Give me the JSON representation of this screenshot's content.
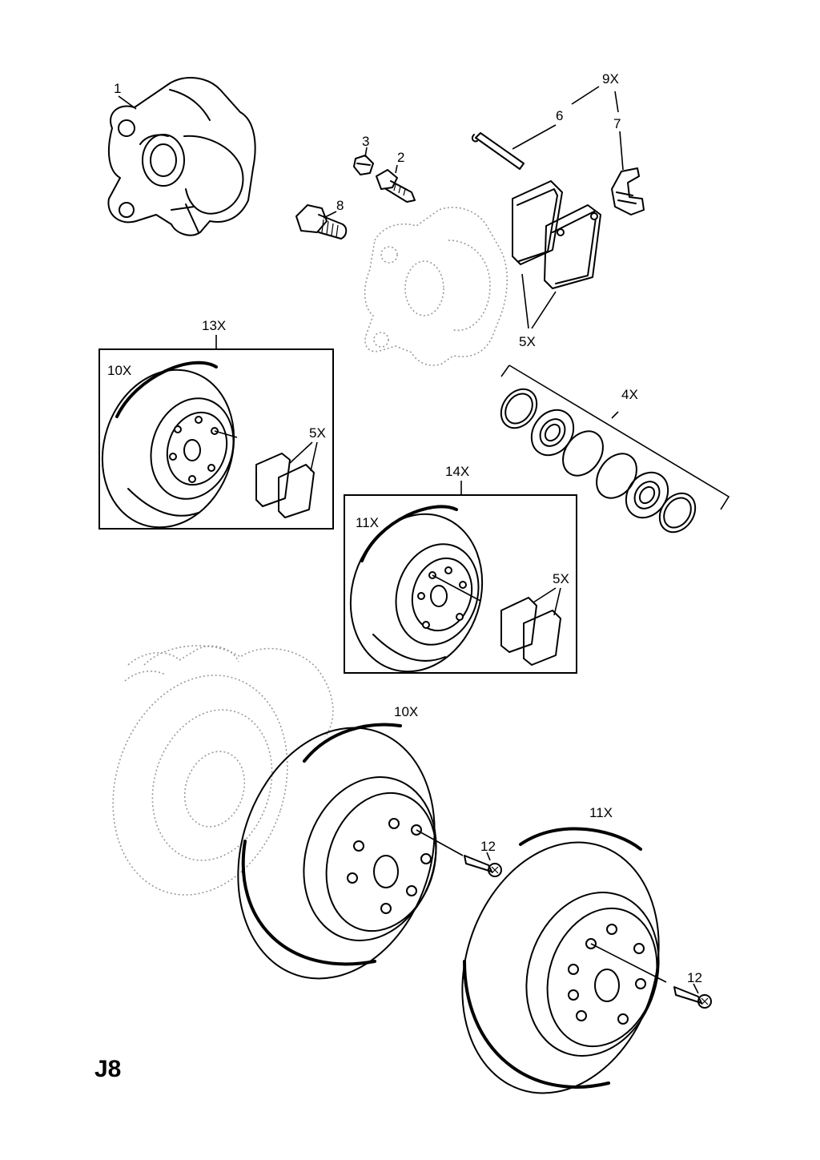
{
  "diagram": {
    "page_code": "J8",
    "callouts": {
      "caliper": "1",
      "bleed_screw": "2",
      "bleed_cap": "3",
      "seal_kit": "4X",
      "pad_set_top": "5X",
      "pad_set_box_13x": "5X",
      "pad_set_box_14x": "5X",
      "pin": "6",
      "spring_clip": "7",
      "caliper_bolt": "8",
      "hardware_kit": "9X",
      "disc_box_13x": "10X",
      "disc_box_14x": "11X",
      "kit_box_13x": "13X",
      "kit_box_14x": "14X",
      "disc_large_10x": "10X",
      "disc_large_11x": "11X",
      "screw_disc_10x": "12",
      "screw_disc_11x": "12"
    }
  }
}
